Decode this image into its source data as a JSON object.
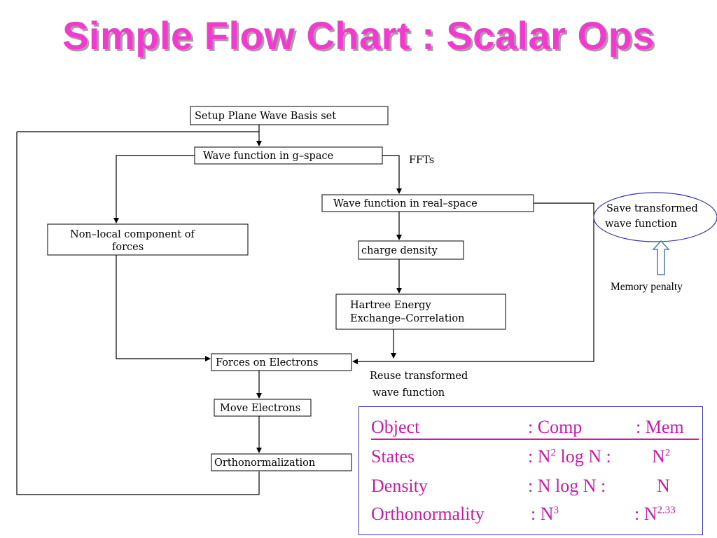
{
  "title": "Simple Flow Chart : Scalar Ops",
  "nodes": {
    "setup": "Setup Plane Wave Basis set",
    "wave_g": "Wave function in g–space",
    "wave_real": "Wave function in real–space",
    "nonlocal_line1": "Non–local component of",
    "nonlocal_line2": "forces",
    "charge": "charge density",
    "hartree_line1": "Hartree Energy",
    "hartree_line2": "Exchange–Correlation",
    "forces": "Forces on Electrons",
    "move": "Move Electrons",
    "ortho": "Orthonormalization",
    "save_line1": "Save transformed",
    "save_line2": "wave function"
  },
  "labels": {
    "ffts": "FFTs",
    "reuse_line1": "Reuse transformed",
    "reuse_line2": "wave function",
    "memory_penalty": "Memory penalty"
  },
  "table": {
    "header": {
      "object": "Object",
      "comp": ":   Comp",
      "mem": ": Mem"
    },
    "rows": [
      {
        "object": "States",
        "comp_pre": ": N",
        "comp_sup": "2",
        "comp_post": " log N :",
        "mem_pre": "N",
        "mem_sup": "2"
      },
      {
        "object": "Density",
        "comp_pre": ": N log N",
        "comp_sup": "",
        "comp_post": "   :",
        "mem_pre": "N",
        "mem_sup": ""
      },
      {
        "object": "Orthonormality",
        "comp_pre": ": N",
        "comp_sup": "3",
        "comp_post": "",
        "mem_pre": ":  N",
        "mem_sup": "2.33"
      }
    ]
  },
  "colors": {
    "title": "#f23ad0",
    "table_text": "#c21ea8",
    "table_border": "#3434a0",
    "ellipse": "#3434a0",
    "penalty_arrow": "#4a7fa0"
  }
}
